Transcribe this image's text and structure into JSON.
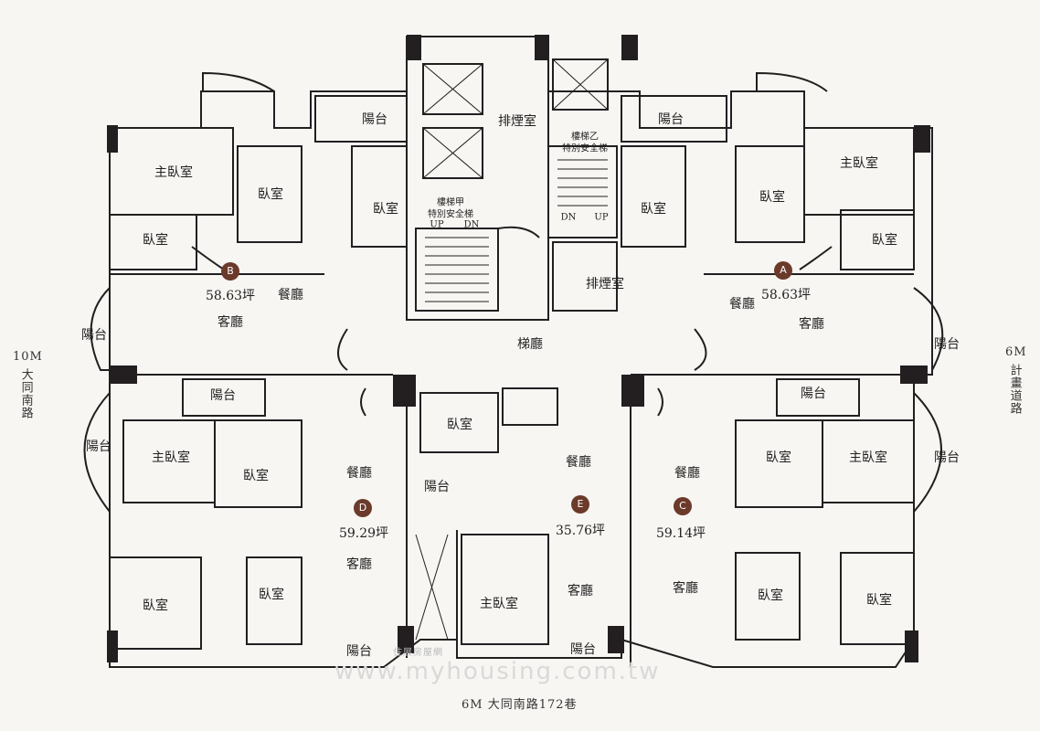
{
  "colors": {
    "wall": "#231f20",
    "accent": "#6b3a2a",
    "bg": "#f7f6f3"
  },
  "units": {
    "A": {
      "id": "A",
      "area": "58.63坪"
    },
    "B": {
      "id": "B",
      "area": "58.63坪"
    },
    "C": {
      "id": "C",
      "area": "59.14坪"
    },
    "D": {
      "id": "D",
      "area": "59.29坪"
    },
    "E": {
      "id": "E",
      "area": "35.76坪"
    }
  },
  "rooms": {
    "master_bedroom": "主臥室",
    "bedroom": "臥室",
    "dining": "餐廳",
    "living": "客廳",
    "balcony": "陽台",
    "lobby": "梯廳",
    "smoke_exhaust": "排煙室",
    "stair_a": "樓梯甲",
    "stair_b": "樓梯乙",
    "special_stair": "特別安全梯",
    "up": "UP",
    "dn": "DN"
  },
  "roads": {
    "left_width": "10M",
    "left_name": "大同南路",
    "right_width": "6M",
    "right_name": "計畫道路",
    "bottom": "6M 大同南路172巷"
  },
  "watermark": {
    "logo": "住展房屋網",
    "url": "www.myhousing.com.tw"
  }
}
